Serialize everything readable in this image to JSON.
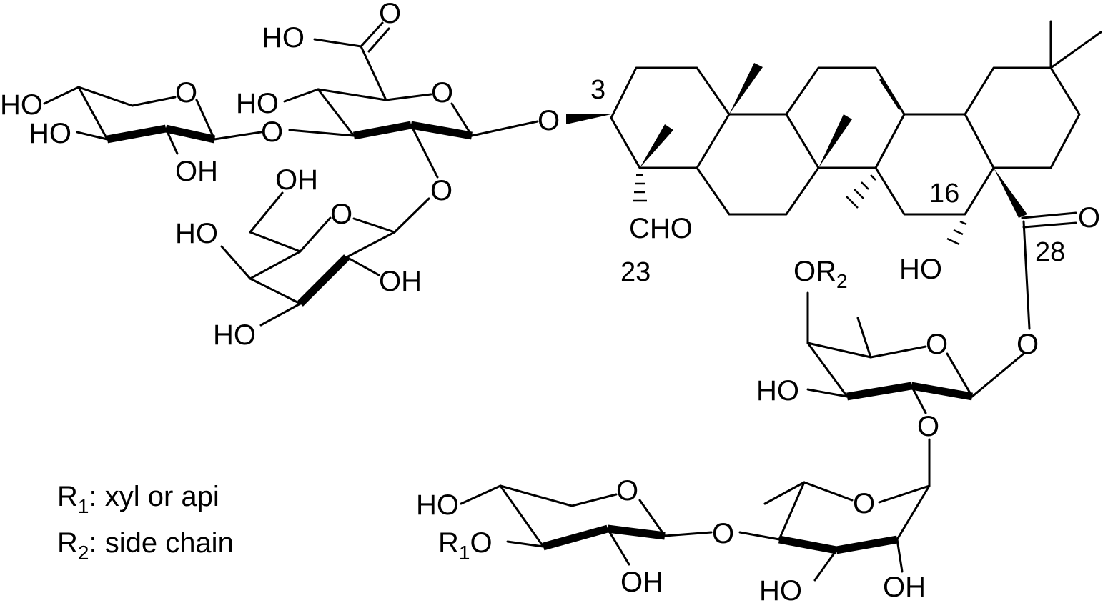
{
  "atoms": {
    "xyl_top_ho1": "HO",
    "xyl_top_ho2": "HO",
    "xyl_top_oh": "OH",
    "xyl_top_ring_o": "O",
    "link_o_1": "O",
    "glca_ho": "HO",
    "glca_ring_o": "O",
    "glca_cooh_ho": "HO",
    "glca_carbonyl_o": "O",
    "glca_o2": "O",
    "c3_o": "O",
    "gal_oh_ch2": "OH",
    "gal_ring_o": "O",
    "gal_ho4": "HO",
    "gal_oh2": "OH",
    "gal_ho3": "HO",
    "cho": "CHO",
    "c28_o": "O",
    "c16_ho": "HO",
    "fuc_or": "OR",
    "fuc_or_sub": "2",
    "fuc_ring_o": "O",
    "ester_o": "O",
    "fuc_ho": "HO",
    "fuc_o2": "O",
    "rha_ring_o": "O",
    "link_o_2": "O",
    "rha_ho": "HO",
    "rha_oh": "OH",
    "xyl_bot_ho": "HO",
    "xyl_bot_ring_o": "O",
    "xyl_bot_r": "R",
    "xyl_bot_r_sub": "1",
    "xyl_bot_r_o": "O",
    "xyl_bot_oh": "OH"
  },
  "locants": {
    "c3": "3",
    "c23": "23",
    "c16": "16",
    "c28": "28"
  },
  "legend": [
    {
      "symbol": "R",
      "sub": "1",
      "text": ": xyl or api"
    },
    {
      "symbol": "R",
      "sub": "2",
      "text": ": side chain"
    }
  ]
}
